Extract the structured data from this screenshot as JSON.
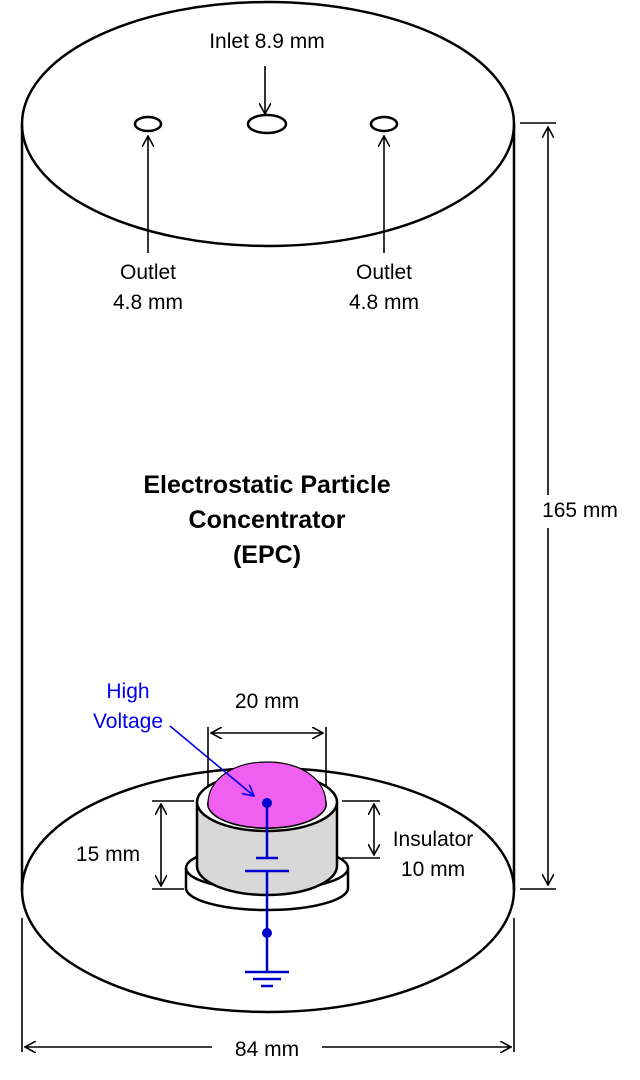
{
  "title": [
    "Electrostatic Particle",
    "Concentrator",
    "(EPC)"
  ],
  "inlet": "Inlet 8.9 mm",
  "outlet_left": [
    "Outlet",
    "4.8 mm"
  ],
  "outlet_right": [
    "Outlet",
    "4.8 mm"
  ],
  "height": "165 mm",
  "width": "84 mm",
  "electrode_width": "20 mm",
  "electrode_height": "15 mm",
  "insulator": [
    "Insulator",
    "10 mm"
  ],
  "high_voltage": [
    "High",
    "Voltage"
  ],
  "colors": {
    "outline": "#000000",
    "electrode": "#f060f0",
    "insulator_fill": "#d8d8d8",
    "wire": "#0000cc",
    "label_blue": "#0000ee"
  }
}
